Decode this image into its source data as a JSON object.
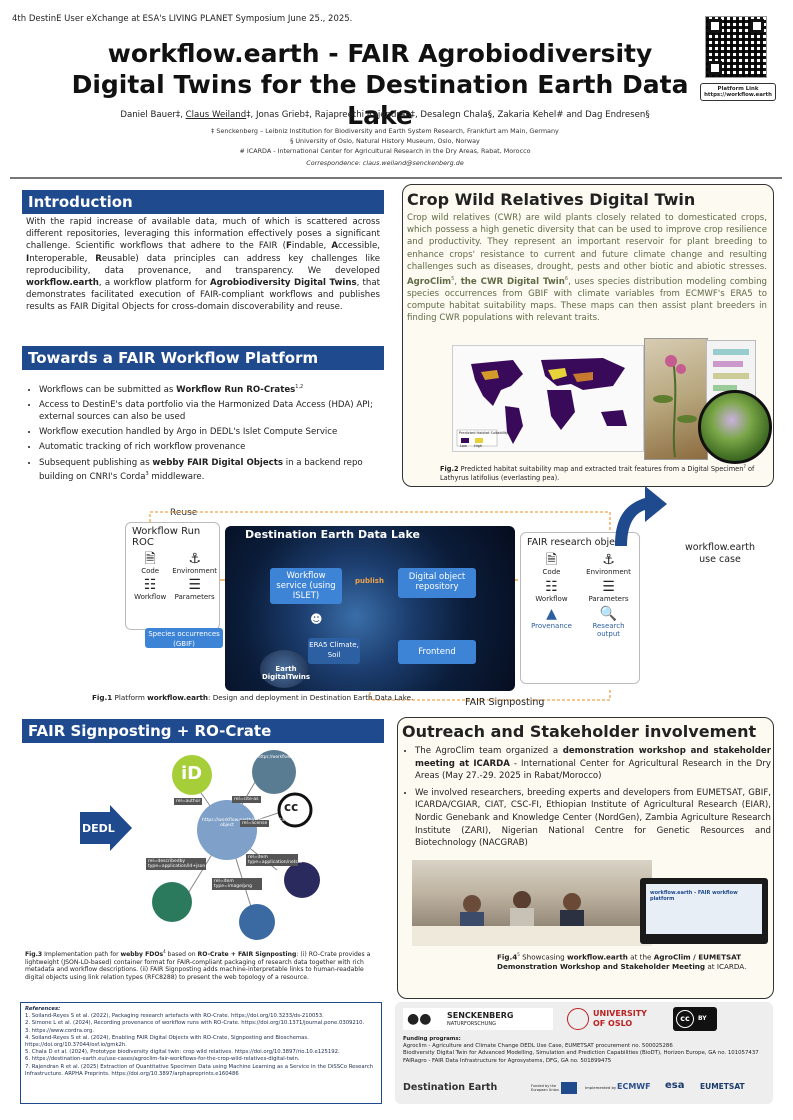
{
  "header": {
    "event": "4th DestinE User eXchange at ESA's LIVING PLANET Symposium June 25., 2025.",
    "title_line1": "workflow.earth - FAIR Agrobiodiversity",
    "title_line2": "Digital Twins for the Destination Earth Data Lake",
    "authors_before": "Daniel Bauer‡, ",
    "authors_underlined": "Claus Weiland",
    "authors_after": "‡, Jonas Grieb‡, Rajapreethi Rajendran‡, Desalegn Chala§, Zakaria Kehel# and Dag Endresen§",
    "affiliation1": "‡ Senckenberg – Leibniz Institution for Biodiversity and Earth System Research, Frankfurt am Main, Germany",
    "affiliation2": "§ University of Oslo, Natural History Museum, Oslo, Norway",
    "affiliation3": "# ICARDA - International Center for Agricultural Research in the Dry Areas, Rabat, Morocco",
    "correspondence": "Correspondence: claus.weiland@senckenberg.de",
    "platform_link_label": "Platform Link",
    "platform_link_url": "https://workflow.earth"
  },
  "intro": {
    "heading": "Introduction",
    "p1": "With the rapid increase of available data, much of which is scattered across different repositories, leveraging this information effectively poses a significant challenge. Scientific workflows that adhere to the FAIR (",
    "f_F": "F",
    "f_F_rest": "indable, ",
    "f_A": "A",
    "f_A_rest": "ccessible, ",
    "f_I": "I",
    "f_I_rest": "nteroperable, ",
    "f_R": "R",
    "f_R_rest": "eusable) data principles can address key challenges like reproducibility, data provenance, and transparency. We developed ",
    "we_bold": "workflow.earth",
    "p2": ", a workflow platform for ",
    "p2_bold": "Agrobiodiversity Digital Twins",
    "p3": ", that demonstrates facilitated execution of FAIR-compliant workflows and publishes results as FAIR Digital Objects for cross-domain discoverability and reuse."
  },
  "workflow_platform": {
    "heading": "Towards a FAIR Workflow Platform",
    "b1_pre": "Workflows can be submitted as ",
    "b1_bold": "Workflow Run RO-Crates",
    "b1_sup": "1,2",
    "b2": "Access to DestinE's data portfolio via the Harmonized Data Access (HDA) API; external sources can also be used",
    "b3": "Workflow execution handled by Argo in DEDL's Islet Compute Service",
    "b4": "Automatic tracking of rich workflow provenance",
    "b5_pre": "Subsequent publishing as ",
    "b5_bold": "webby FAIR Digital Objects",
    "b5_mid": " in a backend repo building on CNRI's Corda",
    "b5_sup": "3",
    "b5_post": " middleware."
  },
  "cwr": {
    "heading": "Crop Wild Relatives Digital Twin",
    "p1": "Crop wild relatives (CWR) are wild plants closely related to domesticated crops, which possess a high genetic diversity that can be used to improve crop resilience and productivity. They represent an important reservoir for plant breeding to enhance crops' resistance to current and future climate change and resulting challenges such as diseases, drought, pests and other biotic and abiotic stresses. ",
    "agroclim": "AgroClim",
    "sup5": "5",
    "comma": ", ",
    "cwr_dt": "the CWR Digital Twin",
    "sup6": "6",
    "p2": ", uses species distribution modeling combing species occurrences from GBIF with climate variables from ECMWF's ERA5 to compute habitat suitability maps. These maps can then assist plant breeders in finding CWR populations with relevant traits.",
    "fig2_label": "Fig.2",
    "fig2_text": " Predicted habitat suitability map and extracted trait features from a Digital Specimen",
    "fig2_sup": "7",
    "fig2_post": " of Lathyrus latifolius (everlasting pea).",
    "legend_label": "Predicted Habitat Suitability",
    "legend_low": "Low",
    "legend_high": "High"
  },
  "fig1": {
    "reuse": "Reuse",
    "roc_title": "Workflow Run ROC",
    "roc_items": [
      "Code",
      "Environment",
      "Workflow",
      "Parameters"
    ],
    "dl_title": "Destination Earth Data Lake",
    "workflow_service": "Workflow service (using ISLET)",
    "publish": "publish",
    "digital_object_repo": "Digital object repository",
    "species_occ": "Species occurrences (GBIF)",
    "era5": "ERA5 Climate, Soil",
    "earth_dt": "Earth DigitalTwins",
    "frontend": "Frontend",
    "fair_obj_title": "FAIR research object",
    "fair_items": [
      "Code",
      "Environment",
      "Workflow",
      "Parameters",
      "Provenance",
      "Research output"
    ],
    "signposting": "FAIR Signposting",
    "use_case": "workflow.earth use case",
    "caption_label": "Fig.1",
    "caption_pre": " Platform ",
    "caption_bold": "workflow.earth",
    "caption_post": ": Design and deployment in Destination Earth Data Lake."
  },
  "signposting": {
    "heading": "FAIR Signposting + RO-Crate",
    "dedl": "DEDL",
    "center_label": "https://workflow.earth/dataset/digital-object",
    "links": [
      "rel=author",
      "rel=cite-as",
      "rel=license",
      "rel=describedby type=application/ld+json",
      "rel=item type=application/netcdf",
      "rel=item type=image/png"
    ],
    "top_label": "https://workflow.earth/dataset/...",
    "fig3_label": "Fig.3",
    "fig3_pre": " Implementation path for ",
    "fig3_b1": "webby FDOs",
    "fig3_sup": "4",
    "fig3_mid": " based on ",
    "fig3_b2": "RO-Crate + FAIR Signposting",
    "fig3_post": ": (i) RO-Crate provides a lightweight (JSON-LD-based) container format for FAIR-compliant packaging of research data together with rich metadata and workflow descriptions. (ii) FAIR Signposting adds machine-interpretable links to human-readable digital objects using link relation types (RFC8288) to present the web topology of a resource."
  },
  "outreach": {
    "heading": "Outreach and Stakeholder involvement",
    "b1_pre": "The AgroClim team organized a ",
    "b1_bold": "demonstration workshop and stakeholder meeting at ICARDA",
    "b1_post": " - International Center for Agricultural Research in the Dry Areas (May 27.-29. 2025 in Rabat/Morocco)",
    "b2": "We involved researchers, breeding experts and developers from EUMETSAT, GBIF, ICARDA/CGIAR, CIAT, CSC-FI, Ethiopian Institute of Agricultural Research (EIAR), Nordic Genebank and Knowledge Center (NordGen), Zambia Agriculture Research Institute (ZARI), Nigerian National Centre for Genetic Resources and Biotechnology (NACGRAB)",
    "screen_text": "workflow.earth - FAIR workflow platform",
    "fig4_label": "Fig.4",
    "fig4_sup": "5",
    "fig4_pre": " Showcasing ",
    "fig4_b1": "workflow.earth",
    "fig4_mid": " at the ",
    "fig4_b2": "AgroClim / EUMETSAT Demonstration Workshop and Stakeholder Meeting",
    "fig4_post": " at ICARDA."
  },
  "references": {
    "heading": "References:",
    "items": [
      "1. Soiland-Reyes S et al. (2022), Packaging research artefacts with RO-Crate. https://doi.org/10.3233/ds-210053.",
      "2. Simone L et al. (2024), Recording provenance of workflow runs with RO-Crate. https://doi.org/10.1371/journal.pone.0309210.",
      "3. https://www.cordra.org.",
      "4. Soiland-Reyes S et al. (2024), Enabling FAIR Digital Objects with RO-Crate, Signposting and Bioschemas. https://doi.org/10.37044/osf.io/gmk2h.",
      "5. Chala D et al. (2024), Prototype biodiversity digital twin: crop wild relatives. https://doi.org/10.3897/rio.10.e125192.",
      "6. https://destination-earth.eu/use-cases/agroclim-fair-workflows-for-the-crop-wild-relatives-digital-twin.",
      "7. Rajendran R et al. (2025) Extraction of Quantitative Specimen Data using Machine Learning as a Service in the DiSSCo Research Infrastructure. ARPHA Preprints. https://doi.org/10.3897/arphapreprints.e160486"
    ]
  },
  "funding": {
    "senckenberg": "SENCKENBERG",
    "senckenberg_sub": "NATURFORSCHUNG",
    "uio1": "UNIVERSITY",
    "uio2": "OF OSLO",
    "cc": "cc",
    "by": "BY",
    "heading": "Funding programs:",
    "l1": "Agroclim - Agriculture and Climate Change DEDL Use Case, EUMETSAT procurement no. 500025286",
    "l2": "Biodiversity Digital Twin for Advanced Modelling, Simulation and Prediction Capabilities (BioDT), Horizon Europe, GA no. 101057437",
    "l3": "FAIRagro - FAIR Data Infrastructure for Agrosystems, DFG, GA no. 501899475",
    "destination_earth": "Destination Earth",
    "funded_by": "Funded by the European Union",
    "implemented_by": "Implemented by",
    "ecmwf": "ECMWF",
    "esa": "esa",
    "eumetsat": "EUMETSAT"
  },
  "colors": {
    "section_blue": "#1f4a8e",
    "cwr_text": "#5f6b45",
    "accent_orange": "#f0a34a"
  }
}
